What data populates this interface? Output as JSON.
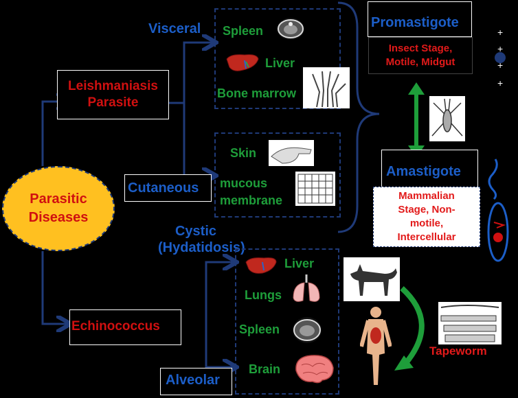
{
  "center": {
    "line1": "Parasitic",
    "line2": "Diseases"
  },
  "leish": {
    "title_line1": "Leishmaniasis",
    "title_line2": "Parasite",
    "visceral": "Visceral",
    "cutaneous": "Cutaneous",
    "visceral_organs": [
      "Spleen",
      "Liver",
      "Bone marrow"
    ],
    "cutaneous_organs": [
      "Skin",
      "mucous",
      "membrane"
    ]
  },
  "forms": {
    "promastigote": "Promastigote",
    "promastigote_desc": [
      "Insect Stage,",
      "Motile, Midgut"
    ],
    "amastigote": "Amastigote",
    "amastigote_desc": [
      "Mammalian",
      "Stage, Non-",
      "motile,",
      "Intercellular"
    ]
  },
  "echino": {
    "title": "Echinococcus",
    "cystic_line1": "Cystic",
    "cystic_line2": "(Hydatidosis)",
    "alveolar": "Alveolar",
    "organs": [
      "Liver",
      "Lungs",
      "Spleen",
      "Brain"
    ],
    "tapeworm": "Tapeworm"
  },
  "colors": {
    "red": "#d01010",
    "blue": "#1c5ec8",
    "green": "#1e9e3a",
    "yellow": "#ffc020",
    "navy": "#1f3a78"
  }
}
